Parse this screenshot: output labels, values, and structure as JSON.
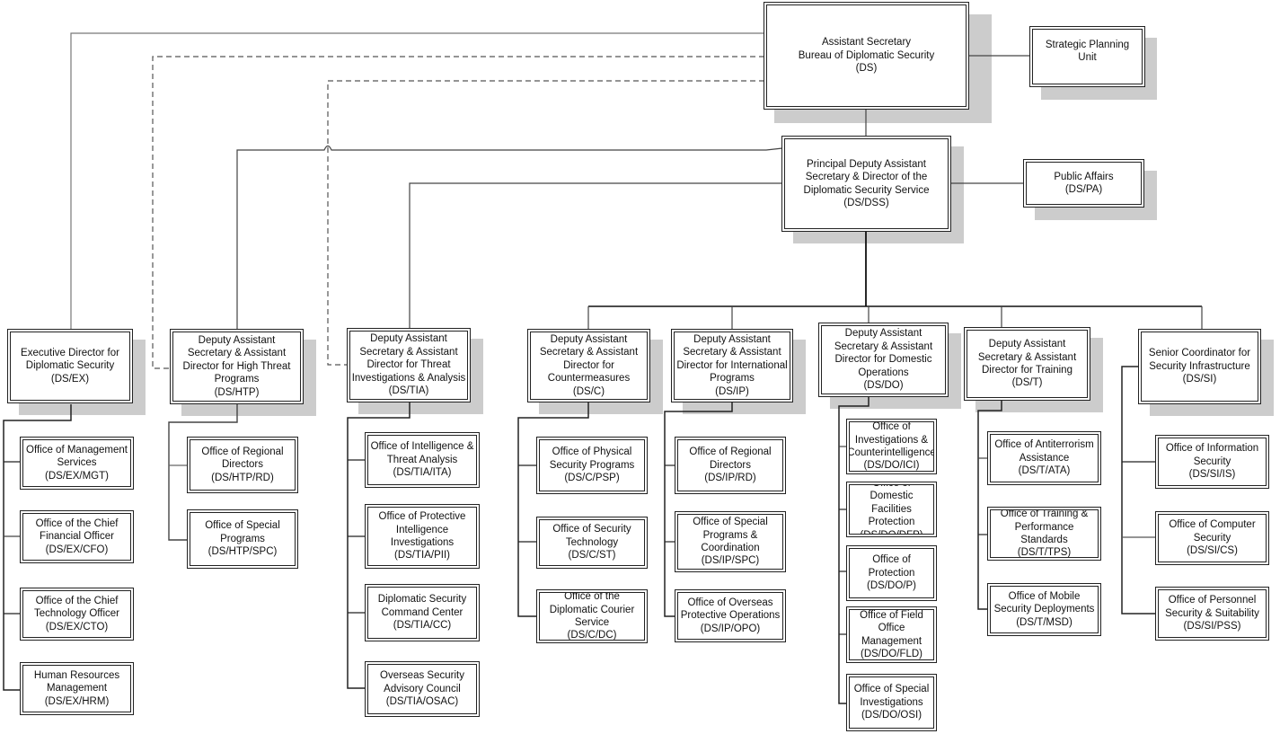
{
  "chart_title": "Bureau of Diplomatic Security Organization Chart",
  "top": {
    "assistant_secretary": {
      "lines": [
        "Assistant Secretary",
        "Bureau of Diplomatic Security",
        "(DS)"
      ]
    },
    "strategic_planning": {
      "lines": [
        "Strategic Planning",
        "Unit"
      ]
    },
    "principal_deputy": {
      "lines": [
        "Principal Deputy Assistant",
        "Secretary & Director of the",
        "Diplomatic Security Service",
        "(DS/DSS)"
      ]
    },
    "public_affairs": {
      "lines": [
        "Public Affairs",
        "(DS/PA)"
      ]
    }
  },
  "directorates": [
    {
      "id": "ex",
      "lines": [
        "Executive Director for",
        "Diplomatic Security",
        "(DS/EX)"
      ],
      "reports_to": "Assistant Secretary",
      "relationship": "solid",
      "offices": [
        {
          "lines": [
            "Office of Management",
            "Services",
            "(DS/EX/MGT)"
          ]
        },
        {
          "lines": [
            "Office of the Chief",
            "Financial Officer",
            "(DS/EX/CFO)"
          ]
        },
        {
          "lines": [
            "Office of the Chief",
            "Technology Officer",
            "(DS/EX/CTO)"
          ]
        },
        {
          "lines": [
            "Human Resources",
            "Management",
            "(DS/EX/HRM)"
          ]
        }
      ]
    },
    {
      "id": "htp",
      "lines": [
        "Deputy Assistant",
        "Secretary & Assistant",
        "Director for High Threat",
        "Programs",
        "(DS/HTP)"
      ],
      "reports_to": "Principal Deputy Assistant Secretary",
      "relationship": "solid; dotted to Assistant Secretary",
      "offices": [
        {
          "lines": [
            "Office of Regional",
            "Directors",
            "(DS/HTP/RD)"
          ]
        },
        {
          "lines": [
            "Office of Special",
            "Programs",
            "(DS/HTP/SPC)"
          ]
        }
      ]
    },
    {
      "id": "tia",
      "lines": [
        "Deputy Assistant",
        "Secretary & Assistant",
        "Director for Threat",
        "Investigations & Analysis",
        "(DS/TIA)"
      ],
      "reports_to": "Principal Deputy Assistant Secretary",
      "relationship": "solid; dotted to Assistant Secretary",
      "offices": [
        {
          "lines": [
            "Office of Intelligence &",
            "Threat Analysis",
            "(DS/TIA/ITA)"
          ]
        },
        {
          "lines": [
            "Office of Protective",
            "Intelligence",
            "Investigations",
            "(DS/TIA/PII)"
          ]
        },
        {
          "lines": [
            "Diplomatic Security",
            "Command Center",
            "(DS/TIA/CC)"
          ]
        },
        {
          "lines": [
            "Overseas Security",
            "Advisory Council",
            "(DS/TIA/OSAC)"
          ]
        }
      ]
    },
    {
      "id": "c",
      "lines": [
        "Deputy Assistant",
        "Secretary & Assistant",
        "Director for",
        "Countermeasures",
        "(DS/C)"
      ],
      "offices": [
        {
          "lines": [
            "Office of Physical",
            "Security Programs",
            "(DS/C/PSP)"
          ]
        },
        {
          "lines": [
            "Office of Security",
            "Technology",
            "(DS/C/ST)"
          ]
        },
        {
          "lines": [
            "Office of the",
            "Diplomatic Courier",
            "Service",
            "(DS/C/DC)"
          ]
        }
      ]
    },
    {
      "id": "ip",
      "lines": [
        "Deputy Assistant",
        "Secretary & Assistant",
        "Director for International",
        "Programs",
        "(DS/IP)"
      ],
      "offices": [
        {
          "lines": [
            "Office of Regional",
            "Directors",
            "(DS/IP/RD)"
          ]
        },
        {
          "lines": [
            "Office of Special",
            "Programs &",
            "Coordination",
            "(DS/IP/SPC)"
          ]
        },
        {
          "lines": [
            "Office of Overseas",
            "Protective Operations",
            "(DS/IP/OPO)"
          ]
        }
      ]
    },
    {
      "id": "do",
      "lines": [
        "Deputy Assistant",
        "Secretary & Assistant",
        "Director for Domestic",
        "Operations",
        "(DS/DO)"
      ],
      "offices": [
        {
          "lines": [
            "Office of",
            "Investigations &",
            "Counterintelligence",
            "(DS/DO/ICI)"
          ]
        },
        {
          "lines": [
            "Office of Domestic",
            "Facilities Protection",
            "(DS/DO/DFP)"
          ]
        },
        {
          "lines": [
            "Office of Protection",
            "(DS/DO/P)"
          ]
        },
        {
          "lines": [
            "Office of Field Office",
            "Management",
            "(DS/DO/FLD)"
          ]
        },
        {
          "lines": [
            "Office of Special",
            "Investigations",
            "(DS/DO/OSI)"
          ]
        }
      ]
    },
    {
      "id": "t",
      "lines": [
        "Deputy Assistant",
        "Secretary & Assistant",
        "Director for Training",
        "(DS/T)"
      ],
      "offices": [
        {
          "lines": [
            "Office of Antiterrorism",
            "Assistance",
            "(DS/T/ATA)"
          ]
        },
        {
          "lines": [
            "Office of Training &",
            "Performance",
            "Standards",
            "(DS/T/TPS)"
          ]
        },
        {
          "lines": [
            "Office of Mobile",
            "Security Deployments",
            "(DS/T/MSD)"
          ]
        }
      ]
    },
    {
      "id": "si",
      "lines": [
        "Senior Coordinator for",
        "Security Infrastructure",
        "(DS/SI)"
      ],
      "offices": [
        {
          "lines": [
            "Office of Information",
            "Security",
            "(DS/SI/IS)"
          ]
        },
        {
          "lines": [
            "Office of Computer",
            "Security",
            "(DS/SI/CS)"
          ]
        },
        {
          "lines": [
            "Office of Personnel",
            "Security & Suitability",
            "(DS/SI/PSS)"
          ]
        }
      ]
    }
  ],
  "colors": {
    "line": "#222222",
    "dotted_line": "#555555",
    "shadow": "#cccccc",
    "box_border": "#222222"
  }
}
